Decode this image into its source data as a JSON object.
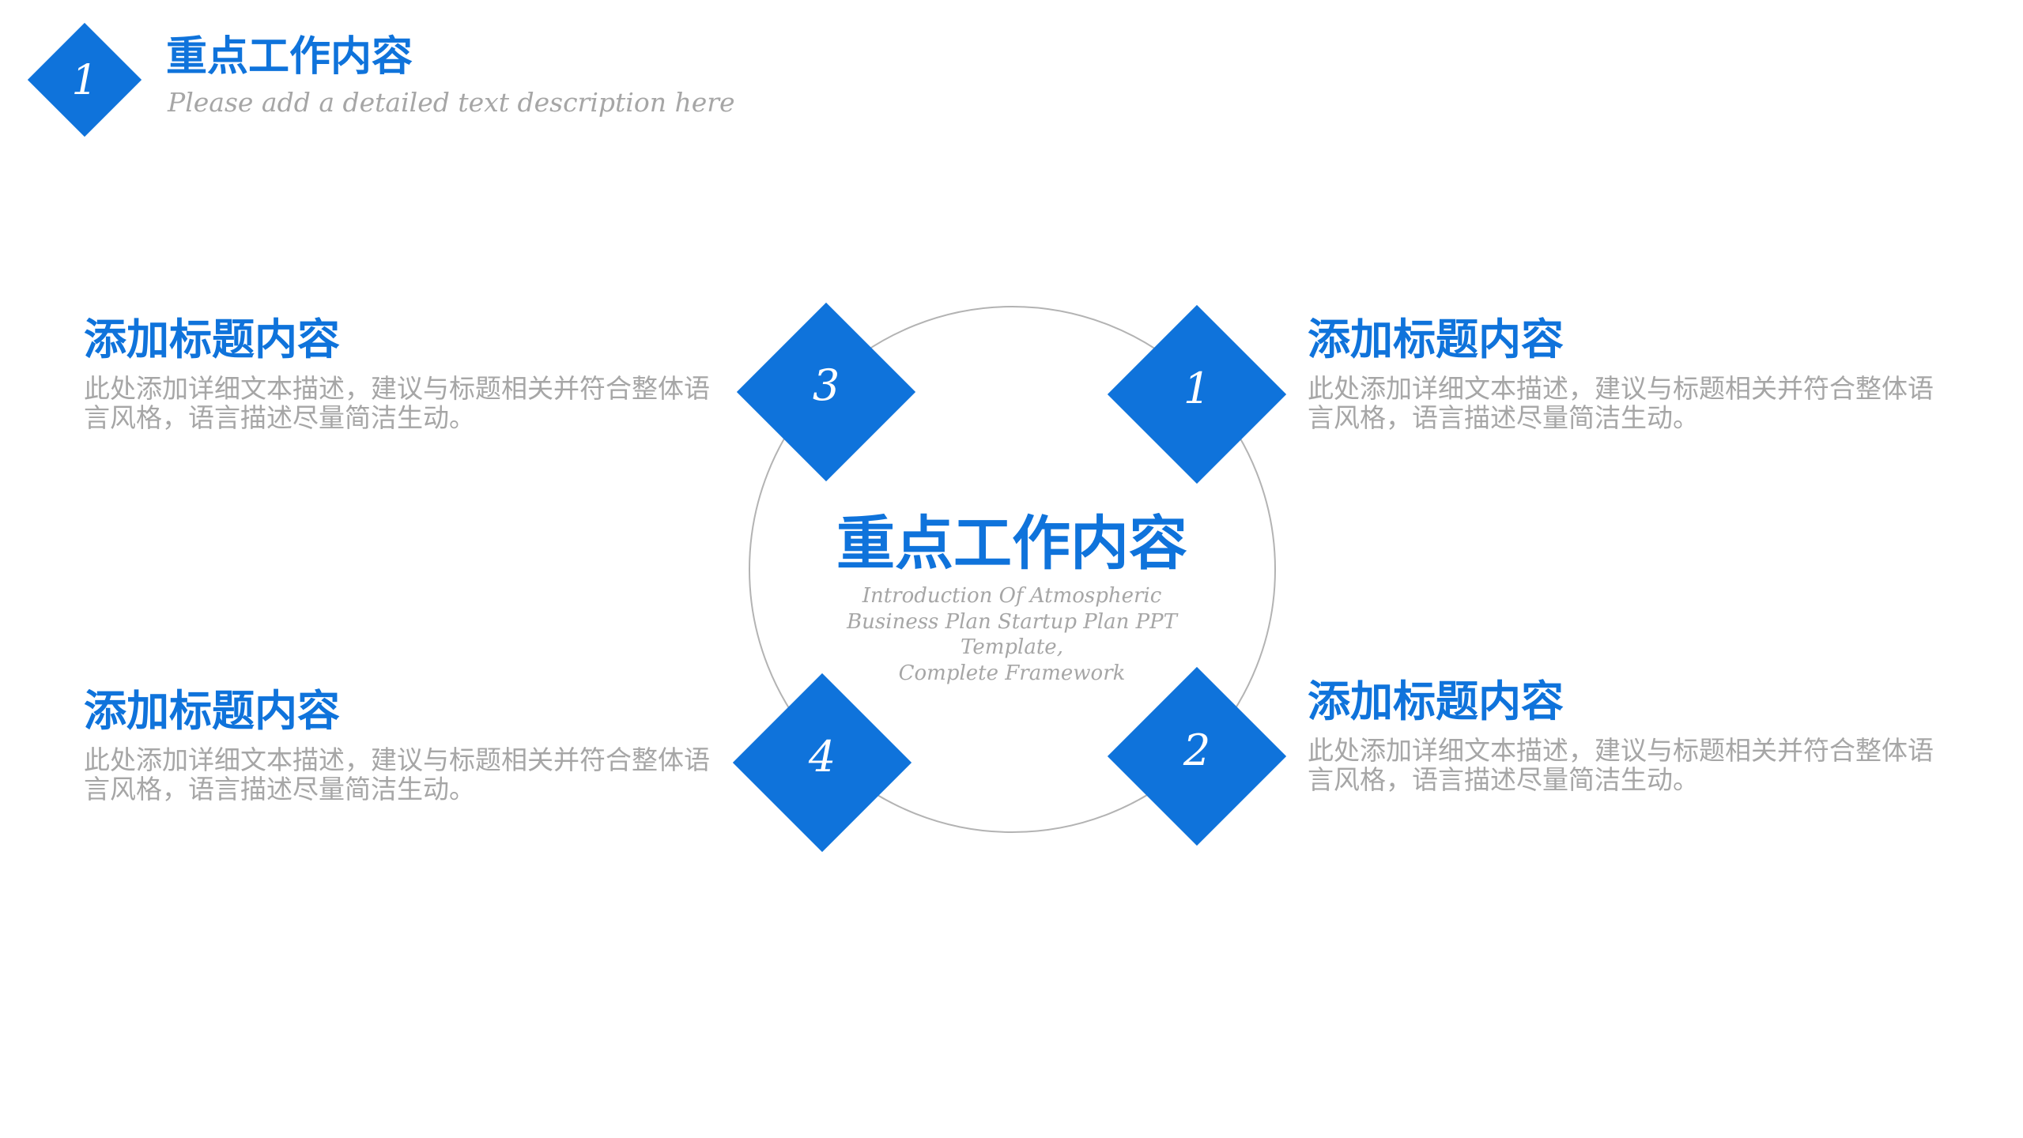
{
  "header": {
    "badge_number": "1",
    "title": "重点工作内容",
    "subtitle": "Please add a detailed text description here"
  },
  "center": {
    "title": "重点工作内容",
    "subtitle_lines": [
      "Introduction Of Atmospheric",
      "Business Plan Startup Plan PPT",
      "Template,",
      "Complete Framework"
    ]
  },
  "diamonds": [
    {
      "number": "1"
    },
    {
      "number": "2"
    },
    {
      "number": "3"
    },
    {
      "number": "4"
    }
  ],
  "blocks": {
    "top_left": {
      "title": "添加标题内容",
      "body": "此处添加详细文本描述，建议与标题相关并符合整体语言风格，语言描述尽量简洁生动。"
    },
    "top_right": {
      "title": "添加标题内容",
      "body": "此处添加详细文本描述，建议与标题相关并符合整体语言风格，语言描述尽量简洁生动。"
    },
    "bottom_left": {
      "title": "添加标题内容",
      "body": "此处添加详细文本描述，建议与标题相关并符合整体语言风格，语言描述尽量简洁生动。"
    },
    "bottom_right": {
      "title": "添加标题内容",
      "body": "此处添加详细文本描述，建议与标题相关并符合整体语言风格，语言描述尽量简洁生动。"
    }
  },
  "colors": {
    "accent_blue": "#0f73db",
    "text_grey": "#a6a6a6",
    "ring_grey": "#b3b3b3",
    "background": "#ffffff"
  }
}
